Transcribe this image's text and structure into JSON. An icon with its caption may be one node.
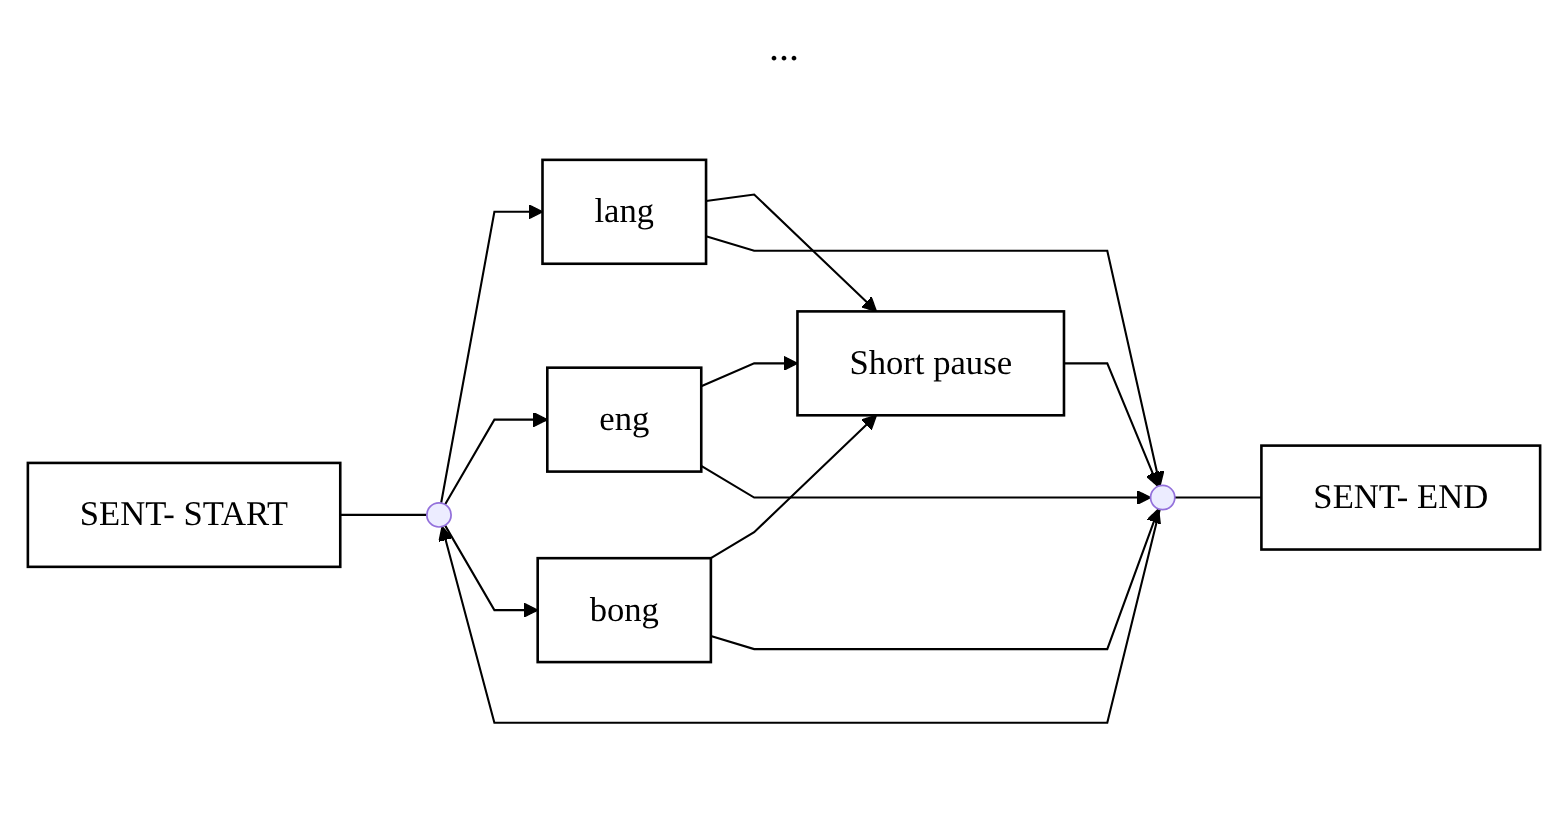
{
  "diagram": {
    "nodes": [
      {
        "text": [
          "SENT- START"
        ]
      },
      {
        "text": [],
        "shape": "point"
      },
      {
        "text": [
          "lang"
        ]
      },
      {
        "text": [
          "eng"
        ]
      },
      {
        "text": [
          "bong"
        ]
      },
      {
        "text": [
          "Short pause"
        ]
      },
      {
        "text": [],
        "shape": "point"
      },
      {
        "text": [
          "SENT- END"
        ]
      }
    ],
    "edges": [
      {
        "from": 0,
        "to": 1,
        "arrow": "none"
      },
      {
        "from": 1,
        "to": 2,
        "arrow": "to"
      },
      {
        "from": 1,
        "to": 3,
        "arrow": "to"
      },
      {
        "from": 1,
        "to": 4,
        "arrow": "to"
      },
      {
        "from": 2,
        "to": 5,
        "arrow": "to"
      },
      {
        "from": 3,
        "to": 5,
        "arrow": "to"
      },
      {
        "from": 4,
        "to": 5,
        "arrow": "to"
      },
      {
        "from": 2,
        "to": 6,
        "arrow": "to"
      },
      {
        "from": 3,
        "to": 6,
        "arrow": "to"
      },
      {
        "from": 4,
        "to": 6,
        "arrow": "to"
      },
      {
        "from": 5,
        "to": 6,
        "arrow": "to"
      },
      {
        "from": 6,
        "to": 7,
        "arrow": "none"
      },
      {
        "from": 6,
        "to": 1,
        "arrow": "to"
      }
    ],
    "labels": [
      "..."
    ]
  }
}
